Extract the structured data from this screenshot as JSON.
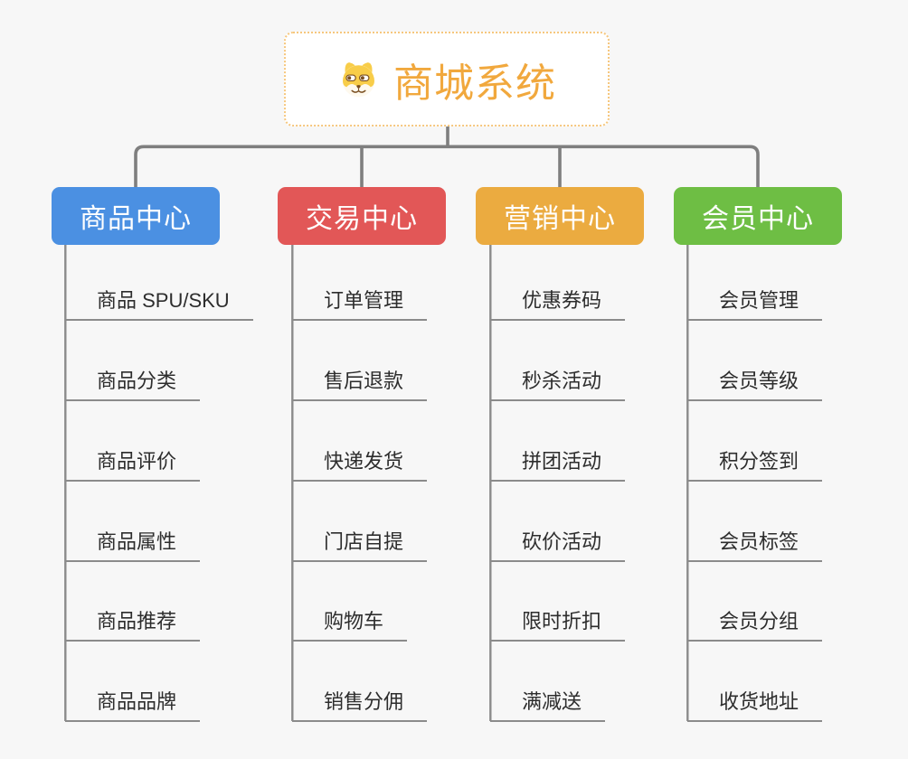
{
  "page": {
    "background_color": "#F7F7F7",
    "connector_rail_color": "#7F7F7F",
    "connector_branch_line_color": "#8B8B8B",
    "subtopic_text_color": "#2D2D2D"
  },
  "root": {
    "title": "商城系统",
    "icon": "dog-face-icon",
    "title_color": "#F1A83D",
    "border_color": "#F6C77E"
  },
  "branches": [
    {
      "label": "商品中心",
      "color": "#4B90E2",
      "children": [
        "商品 SPU/SKU",
        "商品分类",
        "商品评价",
        "商品属性",
        "商品推荐",
        "商品品牌"
      ]
    },
    {
      "label": "交易中心",
      "color": "#E25757",
      "children": [
        "订单管理",
        "售后退款",
        "快递发货",
        "门店自提",
        "购物车",
        "销售分佣"
      ]
    },
    {
      "label": "营销中心",
      "color": "#EBAB40",
      "children": [
        "优惠券码",
        "秒杀活动",
        "拼团活动",
        "砍价活动",
        "限时折扣",
        "满减送"
      ]
    },
    {
      "label": "会员中心",
      "color": "#6EBE44",
      "children": [
        "会员管理",
        "会员等级",
        "积分签到",
        "会员标签",
        "会员分组",
        "收货地址"
      ]
    }
  ]
}
